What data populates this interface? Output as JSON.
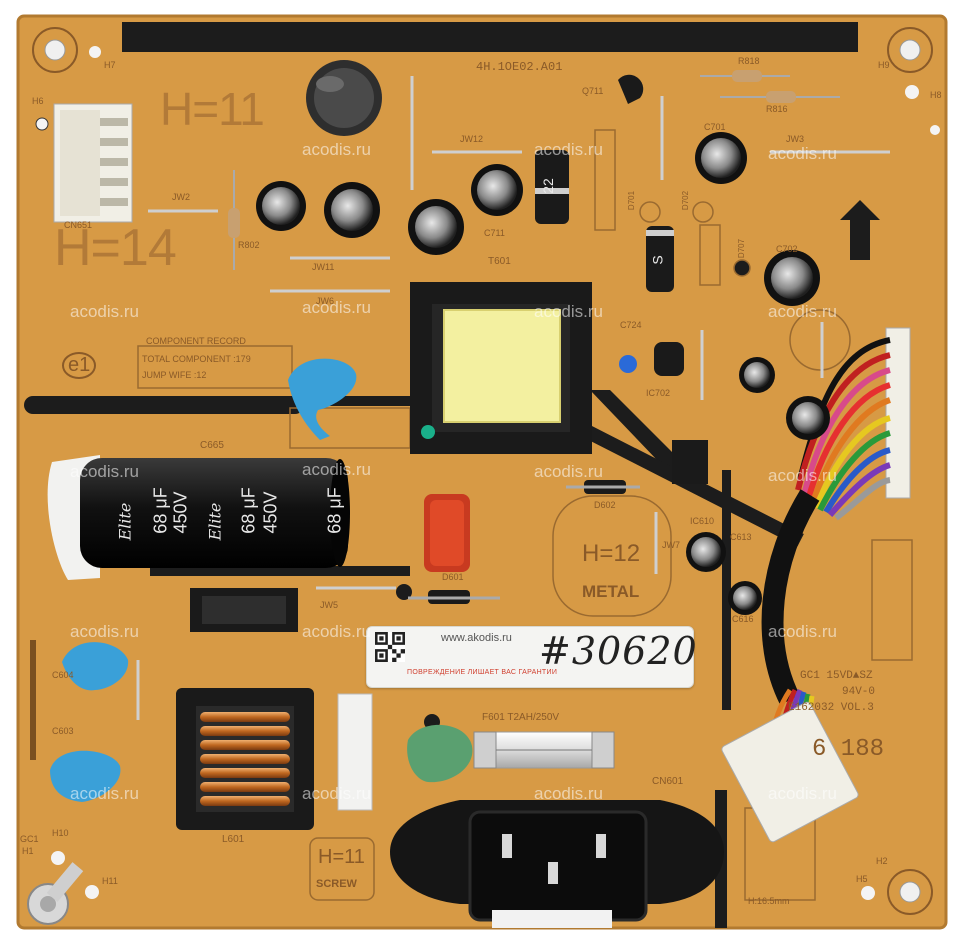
{
  "board": {
    "colors": {
      "pcb": "#d79a45",
      "trace": "#1c1c1c",
      "silkscreen": "#8a5a28",
      "capacitor_blue": "#3aa0d8"
    },
    "silkscreen": {
      "part_number": "4H.1OE02.A01",
      "h11": "H=11",
      "h14": "H=14",
      "h12": "H=12",
      "metal": "METAL",
      "screw": "SCREW",
      "h11_screw": "H=11",
      "record_title": "COMPONENT RECORD",
      "record_total": "TOTAL COMPONENT :179",
      "record_jump": "JUMP WIFE :12",
      "e1": "e1",
      "fuse": "F601 T2AH/250V",
      "gc1": "GC1 15VD▲SZ",
      "ul": "94V-0",
      "ecode": "E162032 VOL.3",
      "num_188": "6 188",
      "cn601": "CN601",
      "cn651": "CN651",
      "l601": "L601",
      "t601": "T601",
      "c665": "C665",
      "d601": "D601",
      "d602": "D602",
      "ic610": "IC610",
      "ic702": "IC702",
      "c613": "C613",
      "c616": "C616",
      "c604": "C604",
      "c603": "C603",
      "c701": "C701",
      "c702": "C702",
      "c711": "C711",
      "c724": "C724",
      "q711": "Q711",
      "r818": "R818",
      "r816": "R816",
      "r802": "R802",
      "jw2": "JW2",
      "jw3": "JW3",
      "jw5": "JW5",
      "jw6": "JW6",
      "jw7": "JW7",
      "jw11": "JW11",
      "jw12": "JW12",
      "h1": "H1",
      "h2": "H2",
      "h5": "H5",
      "h6": "H6",
      "h7": "H7",
      "h8": "H8",
      "h9": "H9",
      "h10": "H10",
      "h11_hole": "H11",
      "gc1_small": "GC1",
      "h16": "H:16.5mm",
      "d701": "D701",
      "d702": "D702",
      "d707": "D707"
    },
    "cap_main": {
      "brand": "Elite",
      "value": "68 μF",
      "voltage": "450V"
    },
    "diode_marks": {
      "d_top": "22",
      "d_mid": "S"
    },
    "sticker": {
      "url": "www.akodis.ru",
      "number": "#30620",
      "warning": "ПОВРЕЖДЕНИЕ ЛИШАЕТ ВАС ГАРАНТИИ"
    },
    "watermark": "acodis.ru"
  }
}
